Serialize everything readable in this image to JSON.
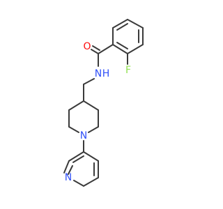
{
  "molecule": {
    "atoms": {
      "O": {
        "symbol": "O",
        "color": "#ff0d0d"
      },
      "NH": {
        "symbol": "N",
        "h": "H",
        "color": "#3050f8"
      },
      "F": {
        "symbol": "F",
        "color": "#90e050"
      },
      "N1": {
        "symbol": "N",
        "color": "#3050f8"
      },
      "N2": {
        "symbol": "N",
        "color": "#3050f8"
      }
    },
    "colors": {
      "bond": "#3a3a3a",
      "background": "#ffffff"
    }
  }
}
